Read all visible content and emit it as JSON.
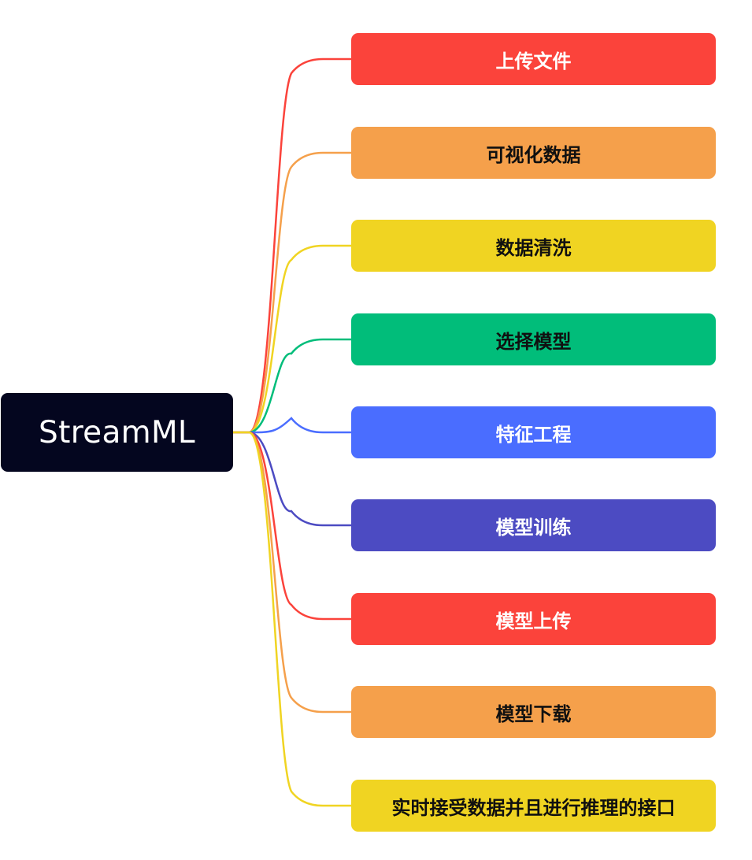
{
  "root": {
    "label": "StreamML",
    "color": "#04061f",
    "text_color": "#ffffff"
  },
  "branches": [
    {
      "label": "上传文件",
      "color": "#fb433b",
      "text_color": "#ffffff"
    },
    {
      "label": "可视化数据",
      "color": "#f5a04b",
      "text_color": "#101010"
    },
    {
      "label": "数据清洗",
      "color": "#f0d422",
      "text_color": "#101010"
    },
    {
      "label": "选择模型",
      "color": "#01bd7a",
      "text_color": "#101010"
    },
    {
      "label": "特征工程",
      "color": "#4a6dff",
      "text_color": "#ffffff"
    },
    {
      "label": "模型训练",
      "color": "#4c4bc2",
      "text_color": "#ffffff"
    },
    {
      "label": "模型上传",
      "color": "#fb433b",
      "text_color": "#ffffff"
    },
    {
      "label": "模型下载",
      "color": "#f5a04b",
      "text_color": "#101010"
    },
    {
      "label": "实时接受数据并且进行推理的接口",
      "color": "#f0d422",
      "text_color": "#101010"
    }
  ]
}
